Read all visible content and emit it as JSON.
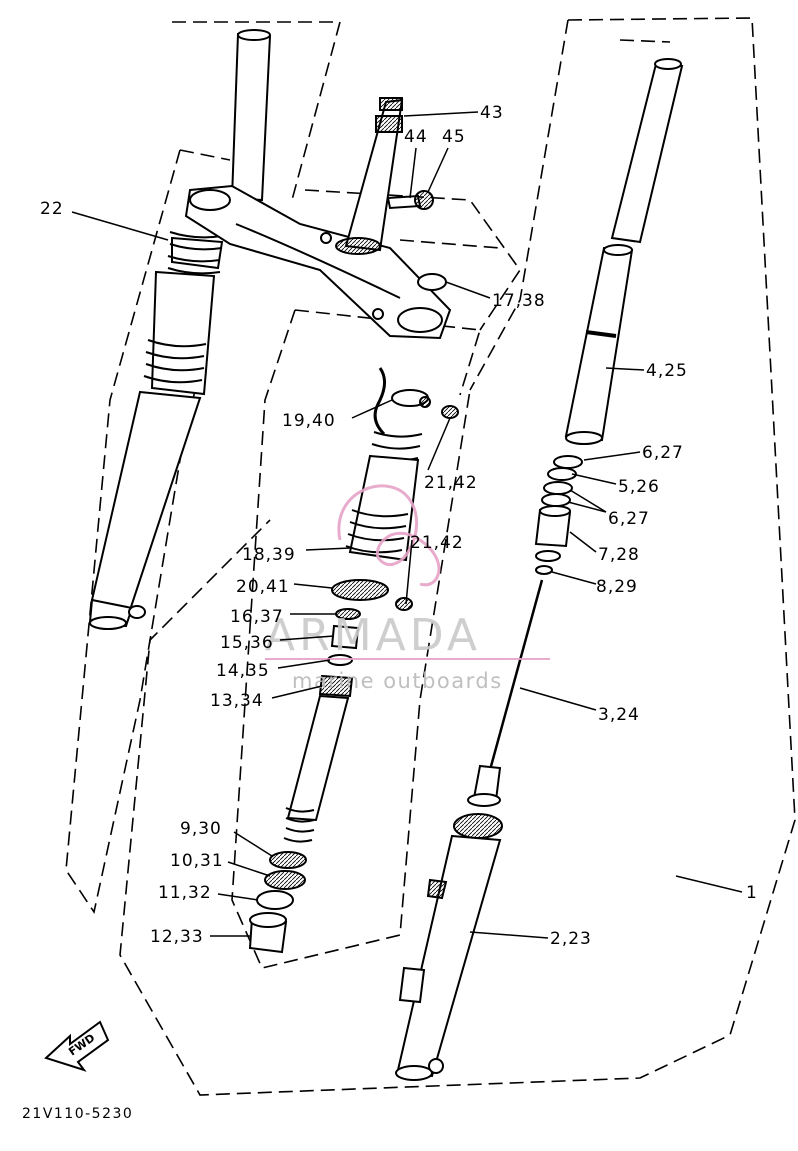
{
  "diagram": {
    "drawing_code": "21V110-5230",
    "fwd_label": "FWD",
    "watermark": {
      "brand": "ARMADA",
      "tagline": "marine outboards",
      "accent_color": "#e6a3c6",
      "text_color": "#c8c8c8"
    },
    "callouts": [
      {
        "id": "c43",
        "text": "43"
      },
      {
        "id": "c44",
        "text": "44"
      },
      {
        "id": "c45",
        "text": "45"
      },
      {
        "id": "c22",
        "text": "22"
      },
      {
        "id": "c1738",
        "text": "17,38"
      },
      {
        "id": "c425",
        "text": "4,25"
      },
      {
        "id": "c1940",
        "text": "19,40"
      },
      {
        "id": "c627a",
        "text": "6,27"
      },
      {
        "id": "c2142a",
        "text": "21,42"
      },
      {
        "id": "c526",
        "text": "5,26"
      },
      {
        "id": "c627b",
        "text": "6,27"
      },
      {
        "id": "c2142b",
        "text": "21,42"
      },
      {
        "id": "c1839",
        "text": "18,39"
      },
      {
        "id": "c728",
        "text": "7,28"
      },
      {
        "id": "c2041",
        "text": "20,41"
      },
      {
        "id": "c829",
        "text": "8,29"
      },
      {
        "id": "c1637",
        "text": "16,37"
      },
      {
        "id": "c1536",
        "text": "15,36"
      },
      {
        "id": "c1435",
        "text": "14,35"
      },
      {
        "id": "c1334",
        "text": "13,34"
      },
      {
        "id": "c324",
        "text": "3,24"
      },
      {
        "id": "c930",
        "text": "9,30"
      },
      {
        "id": "c1031",
        "text": "10,31"
      },
      {
        "id": "c1132",
        "text": "11,32"
      },
      {
        "id": "c1",
        "text": "1"
      },
      {
        "id": "c223",
        "text": "2,23"
      },
      {
        "id": "c1233",
        "text": "12,33"
      }
    ]
  }
}
